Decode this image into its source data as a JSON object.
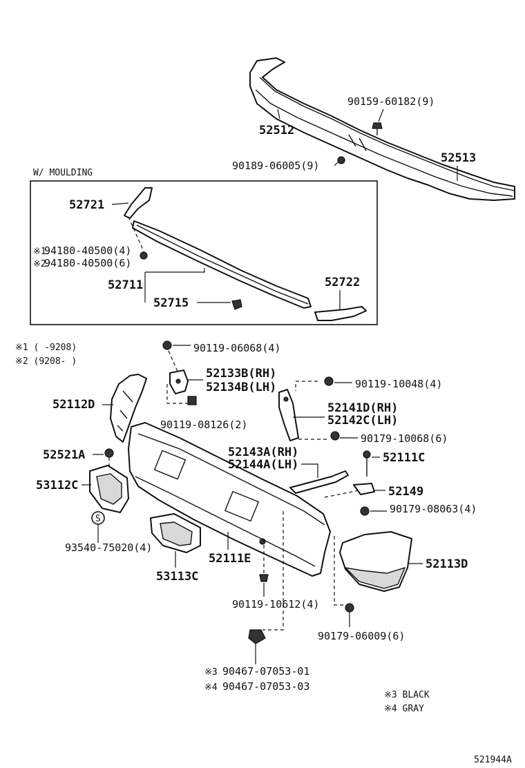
{
  "labels": {
    "p52512": "52512",
    "p52513": "52513",
    "p90159": "90159-60182(9)",
    "p90189": "90189-06005(9)",
    "moulding_title": "W/ MOULDING",
    "p52721": "52721",
    "p94180_1_mark": "※1",
    "p94180_1": "94180-40500(4)",
    "p94180_2_mark": "※2",
    "p94180_2": "94180-40500(6)",
    "p52711": "52711",
    "p52715": "52715",
    "p52722": "52722",
    "note1": "※1 (    -9208)",
    "note2": "※2 (9208-    )",
    "p90119_06068": "90119-06068(4)",
    "p52133b": "52133B(RH)",
    "p52134b": "52134B(LH)",
    "p52112d": "52112D",
    "p90119_08126": "90119-08126(2)",
    "p90119_10048": "90119-10048(4)",
    "p52141d": "52141D(RH)",
    "p52142c": "52142C(LH)",
    "p90179_10068": "90179-10068(6)",
    "p52521a": "52521A",
    "p52143a": "52143A(RH)",
    "p52144a": "52144A(LH)",
    "p52111c": "52111C",
    "p53112c": "53112C",
    "p52149": "52149",
    "p90179_08063": "90179-08063(4)",
    "p93540": "93540-75020(4)",
    "p52111e": "52111E",
    "p52113d": "52113D",
    "p53113c": "53113C",
    "p90119_10612": "90119-10612(4)",
    "p90179_06009": "90179-06009(6)",
    "p90467_01_mark": "※3",
    "p90467_01": "90467-07053-01",
    "p90467_03_mark": "※4",
    "p90467_03": "90467-07053-03",
    "legend_black": "※3 BLACK",
    "legend_gray": "※4 GRAY",
    "code": "521944A",
    "circle_s": "S"
  }
}
